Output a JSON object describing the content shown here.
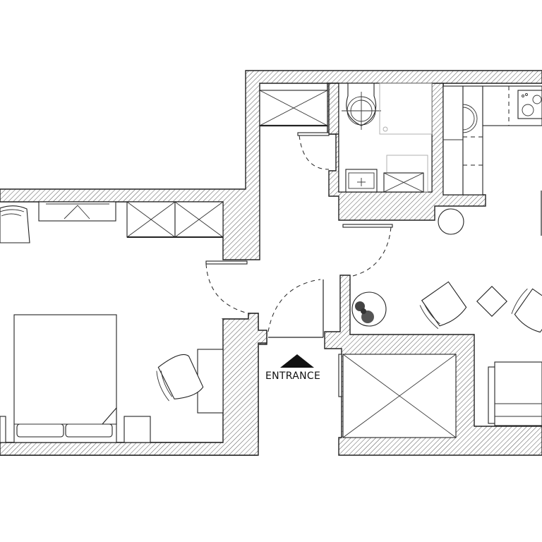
{
  "plan": {
    "entrance_label": "ENTRANCE",
    "colors": {
      "wall_stroke": "#222222",
      "hatch": "#555555",
      "background": "#ffffff"
    }
  },
  "rooms": [
    {
      "name": "bedroom",
      "furniture": [
        "double-bed",
        "nightstand-left",
        "nightstand-right",
        "desk",
        "desk-chair",
        "armchair",
        "dresser",
        "wardrobe"
      ]
    },
    {
      "name": "hallway",
      "furniture": [
        "closet",
        "entrance-door",
        "bedroom-door",
        "bathroom-door",
        "living-door"
      ]
    },
    {
      "name": "bathroom",
      "furniture": [
        "toilet",
        "sink",
        "shower-tray",
        "bathtub"
      ]
    },
    {
      "name": "kitchen",
      "furniture": [
        "counter",
        "hob",
        "washing-machine",
        "round-table"
      ]
    },
    {
      "name": "living-room",
      "furniture": [
        "armchair-left",
        "armchair-right",
        "side-table",
        "plant",
        "sofa",
        "storage-unit"
      ]
    }
  ]
}
